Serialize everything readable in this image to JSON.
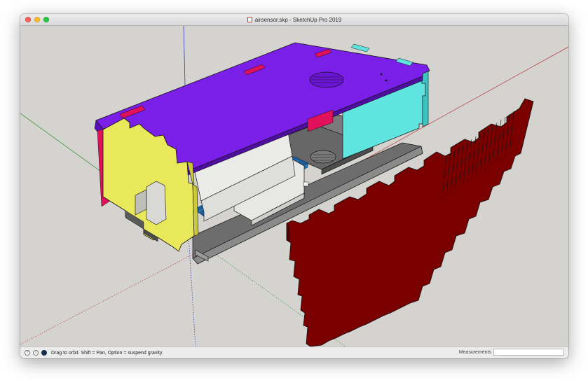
{
  "window": {
    "title": "airsensor.skp - SketchUp Pro 2019",
    "file_icon": "sketchup-file-icon",
    "controls": [
      "close",
      "minimize",
      "maximize"
    ]
  },
  "viewport": {
    "background": "#d4d3cf",
    "axis_colors": {
      "red": "#b8484a",
      "green": "#3e9a3e",
      "blue": "#3a3ab4"
    },
    "part_colors": {
      "lid": "#7a1fe8",
      "end_panel": "#e8e85a",
      "back_panel": "#60e4e0",
      "side_panel": "#7a0000",
      "tabs": "#e0105a",
      "tray": "#6d6d6d",
      "pcb": "#1b5f9e"
    }
  },
  "statusbar": {
    "icons": [
      "help-icon",
      "info-icon",
      "user-icon"
    ],
    "hint": "Drag to orbit. Shift = Pan, Option = suspend gravity.",
    "measurements_label": "Measurements",
    "measurements_value": ""
  }
}
